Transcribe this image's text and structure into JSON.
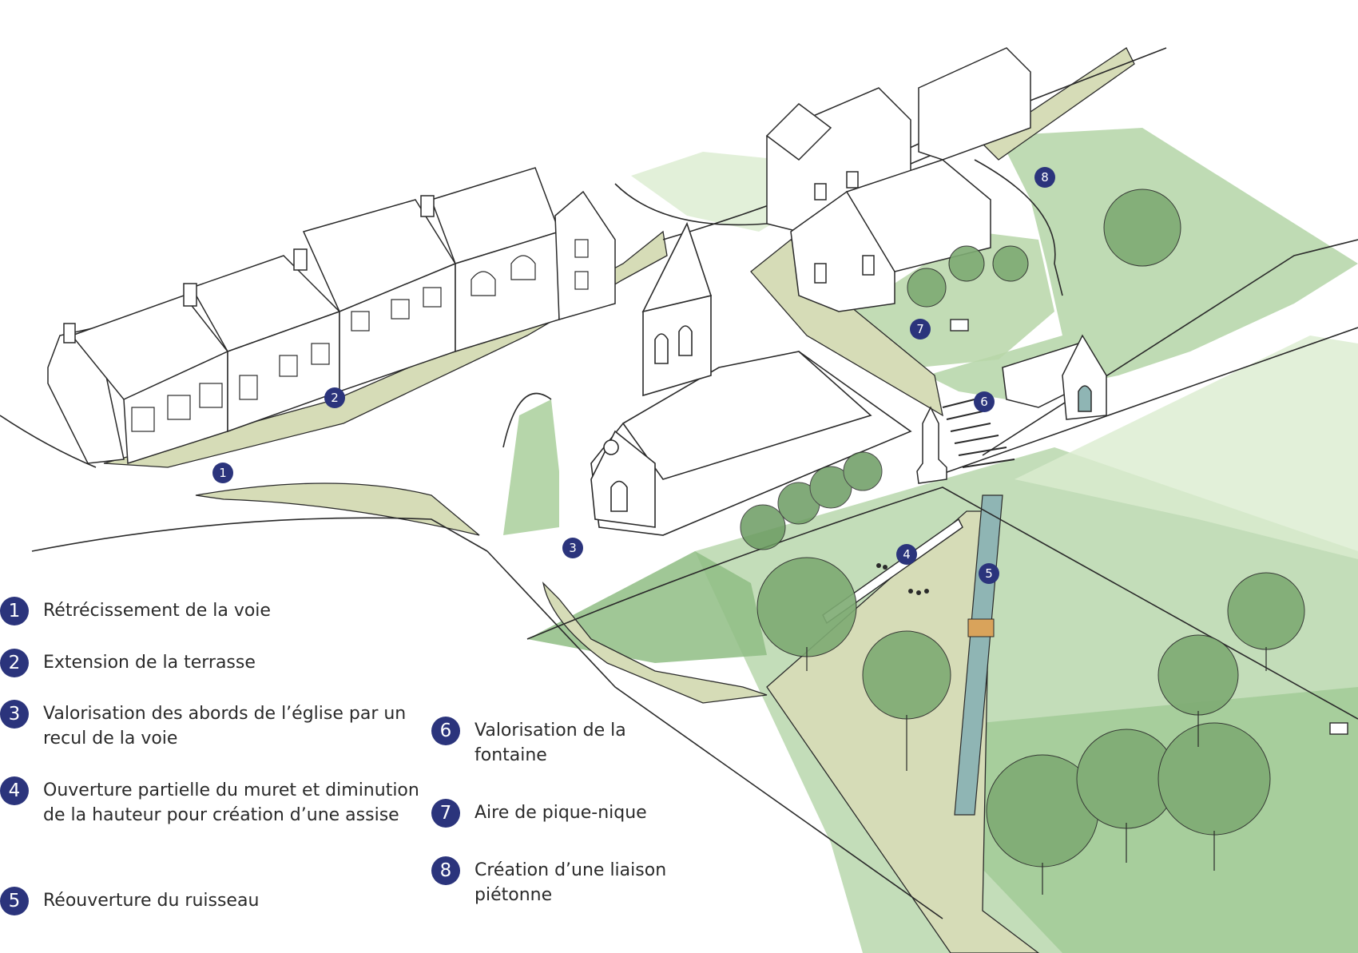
{
  "markers": [
    {
      "id": "1",
      "name": "marker-1"
    },
    {
      "id": "2",
      "name": "marker-2"
    },
    {
      "id": "3",
      "name": "marker-3"
    },
    {
      "id": "4",
      "name": "marker-4"
    },
    {
      "id": "5",
      "name": "marker-5"
    },
    {
      "id": "6",
      "name": "marker-6"
    },
    {
      "id": "7",
      "name": "marker-7"
    },
    {
      "id": "8",
      "name": "marker-8"
    }
  ],
  "legend": [
    {
      "num": "1",
      "text": "Rétrécissement de la voie"
    },
    {
      "num": "2",
      "text": "Extension de la terrasse"
    },
    {
      "num": "3",
      "text": "Valorisation des abords de l’église par un recul de la voie"
    },
    {
      "num": "4",
      "text": "Ouverture partielle du muret et diminution de la hauteur pour création d’une assise"
    },
    {
      "num": "5",
      "text": "Réouverture du ruisseau"
    },
    {
      "num": "6",
      "text": "Valorisation de la fontaine"
    },
    {
      "num": "7",
      "text": "Aire de pique-nique"
    },
    {
      "num": "8",
      "text": "Création d’une liaison piétonne"
    }
  ],
  "colors": {
    "marker": "#2b347c",
    "lawn": "#bcd8b0",
    "lawn_dark": "#9cc492",
    "path": "#d6dcb7",
    "tree": "#7eab73",
    "stream": "#8fb5b4"
  }
}
